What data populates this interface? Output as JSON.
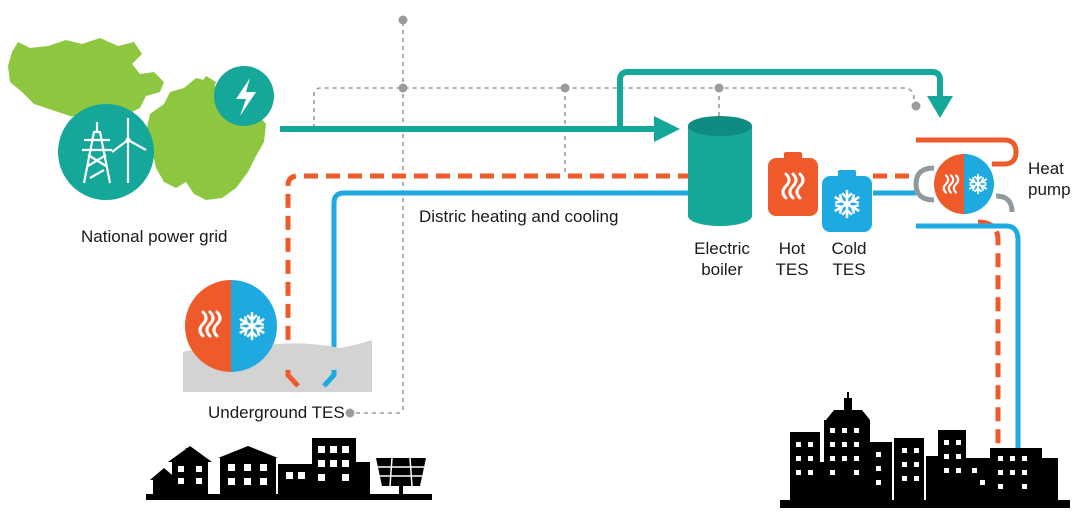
{
  "labels": {
    "national_power_grid": "National power grid",
    "district_heating": "Distric heating and cooling",
    "electric_boiler": [
      "Electric",
      "boiler"
    ],
    "hot_tes": [
      "Hot",
      "TES"
    ],
    "cold_tes": [
      "Cold",
      "TES"
    ],
    "heat_pump": [
      "Heat",
      "pump"
    ],
    "underground_tes": "Underground TES"
  },
  "colors": {
    "teal": "#14a79a",
    "hot": "#ef5a2a",
    "cold": "#1fa9e1",
    "map_green": "#8dc63f",
    "dashed_grey": "#9b9b9b",
    "ground": "#d3d3d3",
    "silhouette": "#000000"
  },
  "icons": [
    "map-europe-north-america",
    "lightning-icon",
    "power-pylon-wind-turbine-icon",
    "electric-boiler-tank",
    "hot-tes-tank",
    "cold-tes-tank",
    "heat-pump-unit",
    "underground-tes-unit",
    "houses-silhouette",
    "solar-panel-icon",
    "city-skyline"
  ]
}
